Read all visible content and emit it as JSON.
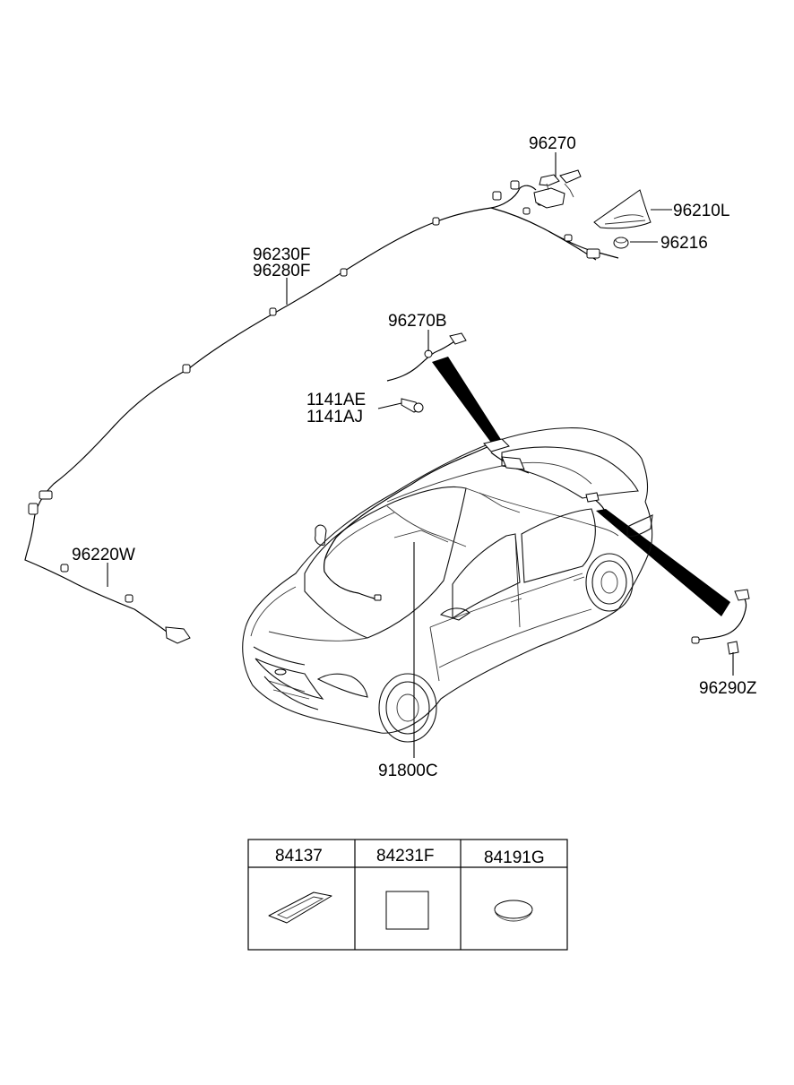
{
  "colors": {
    "ink": "#000000",
    "background": "#ffffff"
  },
  "callouts": {
    "p96270": "96270",
    "p96210L": "96210L",
    "p96216": "96216",
    "p96230F": "96230F",
    "p96280F": "96280F",
    "p96270B": "96270B",
    "p1141AE": "1141AE",
    "p1141AJ": "1141AJ",
    "p96220W": "96220W",
    "p96290Z": "96290Z",
    "p91800C": "91800C"
  },
  "parts_table": {
    "columns": [
      "84137",
      "84231F",
      "84191G"
    ],
    "icons": [
      "rounded-rectangle-grommet-icon",
      "square-pad-icon",
      "round-disc-icon"
    ]
  }
}
